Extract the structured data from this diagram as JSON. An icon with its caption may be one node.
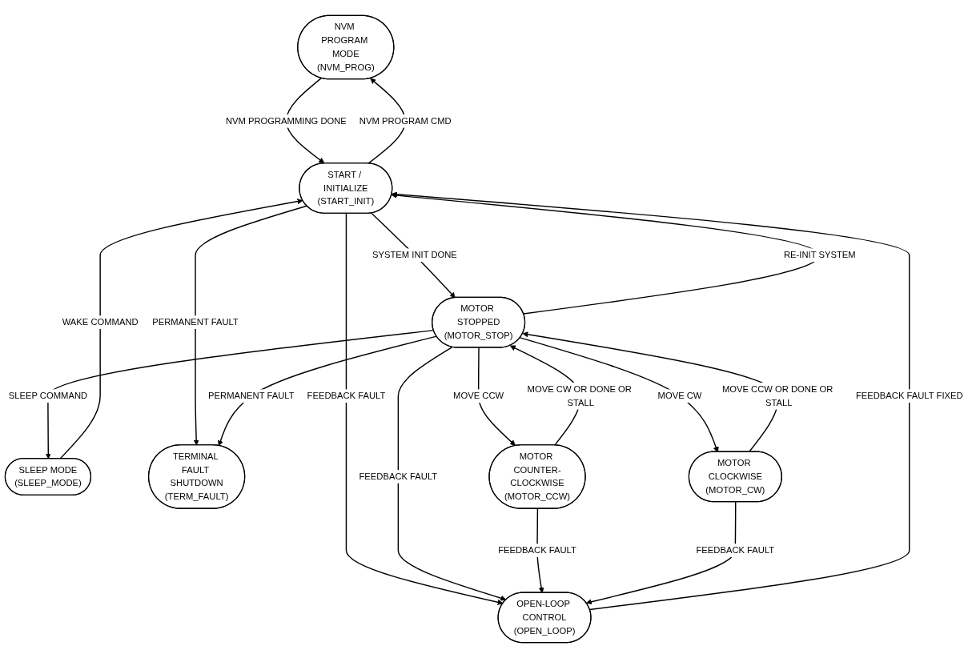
{
  "diagram": {
    "nodes": [
      {
        "text": [
          "NVM PROGRAM MODE",
          "(NVM_PROG)"
        ]
      },
      {
        "text": [
          "START / INITIALIZE",
          "(START_INIT)"
        ]
      },
      {
        "text": [
          "SLEEP MODE",
          "(SLEEP_MODE)"
        ]
      },
      {
        "text": [
          "OPEN-LOOP CONTROL",
          "(OPEN_LOOP)"
        ]
      },
      {
        "text": [
          "MOTOR STOPPED",
          "(MOTOR_STOP)"
        ]
      },
      {
        "text": [
          "TERMINAL FAULT SHUTDOWN",
          "(TERM_FAULT)"
        ]
      },
      {
        "text": [
          "MOTOR COUNTER-CLOCKWISE",
          "(MOTOR_CCW)"
        ]
      },
      {
        "text": [
          "MOTOR CLOCKWISE",
          "(MOTOR_CW)"
        ]
      }
    ],
    "edges": [
      {
        "from": 1,
        "to": 0,
        "arrow": "to",
        "label": "NVM PROGRAM CMD"
      },
      {
        "from": 0,
        "to": 1,
        "arrow": "to",
        "label": "NVM PROGRAMMING DONE"
      },
      {
        "from": 1,
        "to": 5,
        "arrow": "to",
        "label": "PERMANENT FAULT"
      },
      {
        "from": 2,
        "to": 1,
        "arrow": "to",
        "label": "WAKE COMMAND"
      },
      {
        "from": 3,
        "to": 1,
        "arrow": "to",
        "label": "FEEDBACK FAULT FIXED"
      },
      {
        "from": 1,
        "to": 3,
        "arrow": "to",
        "label": "FEEDBACK FAULT"
      },
      {
        "from": 4,
        "to": 1,
        "arrow": "to",
        "label": "RE-INIT SYSTEM"
      },
      {
        "from": 1,
        "to": 4,
        "arrow": "to",
        "label": "SYSTEM INIT DONE"
      },
      {
        "from": 4,
        "to": 2,
        "arrow": "to",
        "label": "SLEEP COMMAND"
      },
      {
        "from": 4,
        "to": 5,
        "arrow": "to",
        "label": "PERMANENT FAULT"
      },
      {
        "from": 4,
        "to": 3,
        "arrow": "to",
        "label": "FEEDBACK FAULT"
      },
      {
        "from": 4,
        "to": 6,
        "arrow": "to",
        "label": "MOVE CCW"
      },
      {
        "from": 6,
        "to": 4,
        "arrow": "to",
        "label": "MOVE CW OR DONE OR STALL"
      },
      {
        "from": 7,
        "to": 4,
        "arrow": "to",
        "label": "MOVE CCW OR DONE OR STALL"
      },
      {
        "from": 4,
        "to": 7,
        "arrow": "to",
        "label": "MOVE CW"
      },
      {
        "from": 6,
        "to": 3,
        "arrow": "to",
        "label": "FEEDBACK FAULT"
      },
      {
        "from": 7,
        "to": 3,
        "arrow": "to",
        "label": "FEEDBACK FAULT"
      }
    ]
  }
}
